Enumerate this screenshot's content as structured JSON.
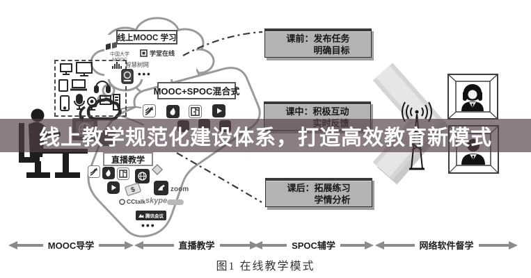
{
  "headline": "线上教学规范化建设体系，打造高效教育新模式",
  "figure": {
    "caption": "图1 在线教学模式"
  },
  "cloud": {
    "label": "线上MOOC 学习",
    "platforms": [
      {
        "name": "中国大学MOOC"
      },
      {
        "name": "学堂在线"
      },
      {
        "name": "智慧树网"
      }
    ],
    "ellipsis": "•••"
  },
  "hybrid": {
    "label": "MOOC+SPOC混合式"
  },
  "live": {
    "label": "直播教学",
    "logos": {
      "zoom": "zoom",
      "cctalk": "CCtalk",
      "skype": "skype",
      "tencent_meeting": "腾讯会议"
    },
    "ellipsis": "•••"
  },
  "phases": [
    {
      "prefix": "课前：",
      "line1": "发布任务",
      "line2": "明确目标"
    },
    {
      "prefix": "课中：",
      "line1": "积极互动",
      "line2": "实时反馈"
    },
    {
      "prefix": "课后：",
      "line1": "拓展练习",
      "line2": "学情分析"
    }
  ],
  "axis_segments": [
    {
      "label": "MOOC导学"
    },
    {
      "label": "直播教学"
    },
    {
      "label": "SPOC辅学"
    },
    {
      "label": "网络软件督学"
    }
  ],
  "colors": {
    "overlay_band": "rgba(84,64,74,0.68)",
    "headline_text": "#ffffff",
    "phase_box_fill": "#b3b3b3",
    "phase_box_border": "#2e2e2e",
    "axis_arrow": "#8a8a8a",
    "outline_gray": "#9a9a9a",
    "silhouette_black": "#1d1d1d"
  }
}
